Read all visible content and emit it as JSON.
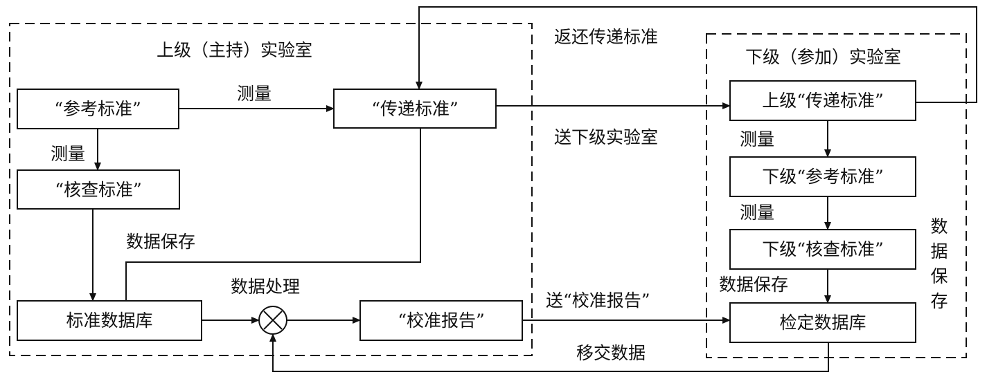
{
  "diagram": {
    "upper_lab": {
      "title": "上级（主持）实验室",
      "nodes": {
        "reference_standard": "“参考标准”",
        "check_standard": "“核查标准”",
        "standard_database": "标准数据库",
        "transfer_standard": "“传递标准”",
        "calibration_report": "“校准报告”"
      },
      "edge_labels": {
        "measure_ref_to_transfer": "测量",
        "measure_ref_to_check": "测量",
        "data_save": "数据保存",
        "data_processing": "数据处理"
      },
      "operator_symbol": "×"
    },
    "lower_lab": {
      "title": "下级（参加）实验室",
      "nodes": {
        "upper_transfer_standard": "上级“传递标准”",
        "lower_reference_standard": "下级“参考标准”",
        "lower_check_standard": "下级“核查标准”",
        "verification_database": "检定数据库"
      },
      "edge_labels": {
        "measure_1": "测量",
        "measure_2": "测量",
        "data_save": "数据保存",
        "data_save_vertical": [
          "数",
          "据",
          "保",
          "存"
        ]
      }
    },
    "between_labels": {
      "return_transfer_standard": "返还传递标准",
      "send_to_lower_lab": "送下级实验室",
      "send_calibration_report": "送“校准报告”",
      "transfer_data": "移交数据"
    }
  }
}
